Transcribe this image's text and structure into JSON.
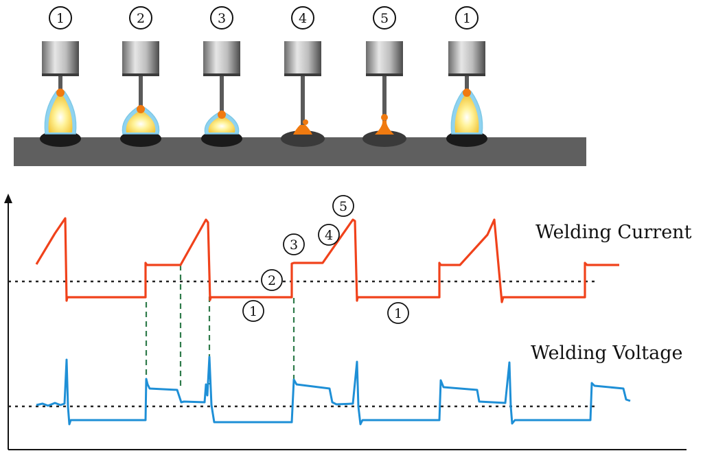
{
  "torch_stages": [
    "1",
    "2",
    "3",
    "4",
    "5",
    "1"
  ],
  "labels": {
    "current": "Welding Current",
    "voltage": "Welding Voltage"
  },
  "waveform_markers": [
    "5",
    "4",
    "3",
    "2",
    "1",
    "1"
  ],
  "colors": {
    "current": "#f0421b",
    "voltage": "#1e8fd6",
    "sync_lines": "#2e7a4a",
    "reference": "#222222",
    "workpiece": "#5f5f5f",
    "droplet": "#f07a10",
    "arc_core": "#fff6a0",
    "arc_glow": "#8fd3f0",
    "weld_bead": "#1a1a1a"
  }
}
